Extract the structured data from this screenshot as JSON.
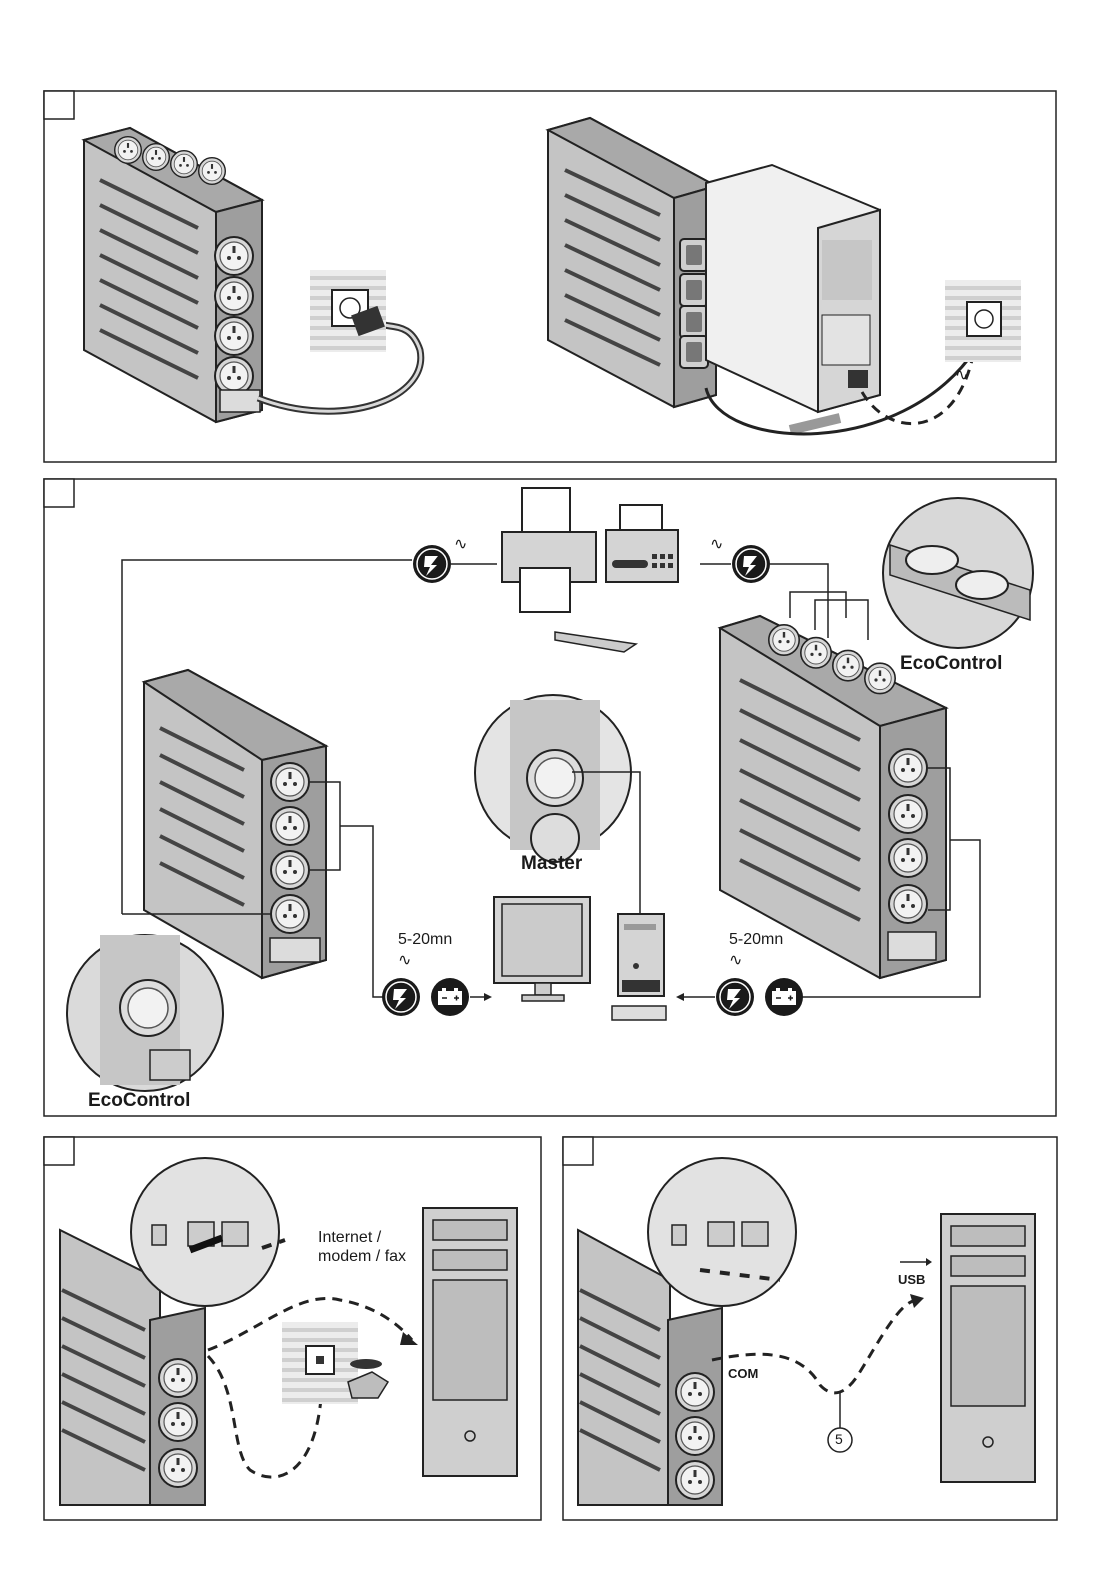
{
  "panel2": {
    "eco_label_right": "EcoControl",
    "eco_label_left": "EcoControl",
    "master_label": "Master",
    "delay_left": "5-20mn",
    "delay_right": "5-20mn"
  },
  "panel3": {
    "internet_label": "Internet /\nmodem / fax"
  },
  "panel4": {
    "usb_label": "USB",
    "com_label": "COM",
    "step_number": "5"
  },
  "tilde": "∿"
}
